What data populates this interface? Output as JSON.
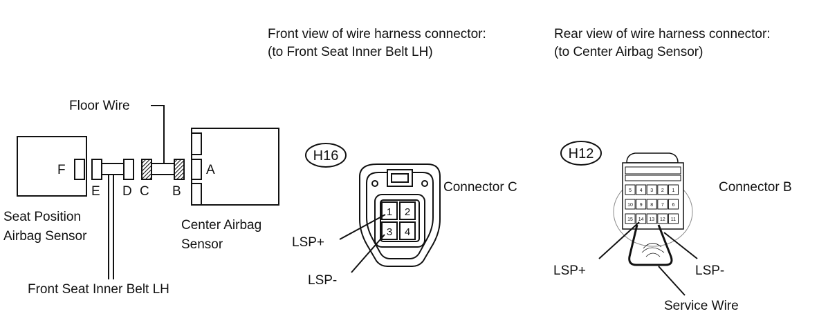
{
  "headers": {
    "front_view_line1": "Front view of wire harness connector:",
    "front_view_line2": "(to Front Seat Inner Belt LH)",
    "rear_view_line1": "Rear view of wire harness connector:",
    "rear_view_line2": "(to Center Airbag Sensor)"
  },
  "wiring": {
    "floor_wire": "Floor Wire",
    "seat_sensor_line1": "Seat Position",
    "seat_sensor_line2": "Airbag Sensor",
    "center_sensor_line1": "Center Airbag",
    "center_sensor_line2": "Sensor",
    "belt_label": "Front Seat Inner Belt LH",
    "letter_f": "F",
    "letter_e": "E",
    "letter_d": "D",
    "letter_c": "C",
    "letter_b": "B",
    "letter_a": "A"
  },
  "connector_c": {
    "code": "H16",
    "title": "Connector C",
    "pins": [
      "1",
      "2",
      "3",
      "4"
    ],
    "lsp_plus": "LSP+",
    "lsp_minus": "LSP-"
  },
  "connector_b": {
    "code": "H12",
    "title": "Connector B",
    "row1": [
      "5",
      "4",
      "3",
      "2",
      "1"
    ],
    "row2": [
      "10",
      "9",
      "8",
      "7",
      "6"
    ],
    "row3": [
      "15",
      "14",
      "13",
      "12",
      "11"
    ],
    "lsp_plus": "LSP+",
    "lsp_minus": "LSP-",
    "service_wire": "Service Wire"
  },
  "colors": {
    "line": "#111111",
    "background": "#ffffff"
  }
}
